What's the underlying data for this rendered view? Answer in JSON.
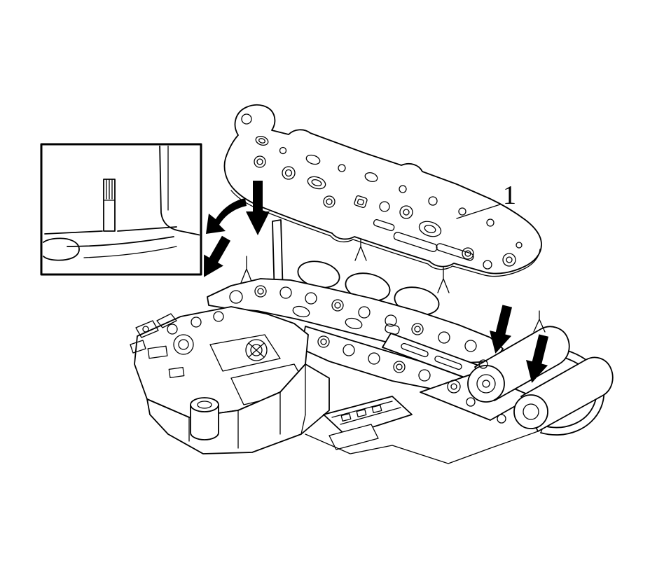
{
  "figure": {
    "type": "technical-illustration",
    "callout_label": "1",
    "colors": {
      "line": "#000000",
      "background": "#ffffff"
    },
    "parts": [
      {
        "callout": "1",
        "part": "spacer-plate-gasket"
      },
      {
        "part": "control-valve-body-assembly"
      },
      {
        "part": "inset-pin-alignment-detail"
      }
    ],
    "arrows": [
      "top-install-arrow",
      "left-install-arrow",
      "curved-rotate-arrow",
      "right-install-arrow-upper",
      "right-install-arrow-lower"
    ]
  }
}
